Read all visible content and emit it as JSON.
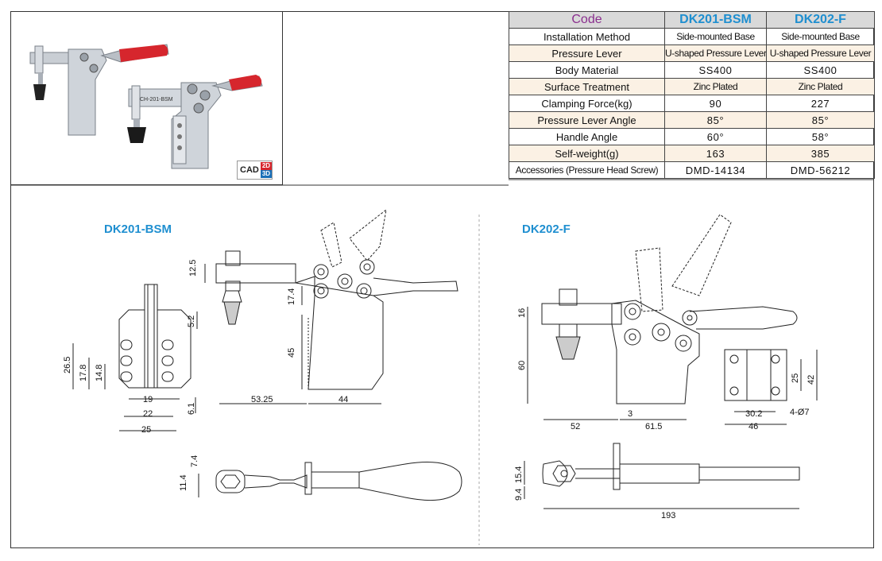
{
  "table": {
    "header": {
      "label": "Code",
      "m1": "DK201-BSM",
      "m2": "DK202-F"
    },
    "rows": [
      {
        "label": "Installation Method",
        "m1": "Side-mounted Base",
        "m2": "Side-mounted Base"
      },
      {
        "label": "Pressure Lever",
        "m1": "U-shaped Pressure Lever",
        "m2": "U-shaped Pressure Lever"
      },
      {
        "label": "Body Material",
        "m1": "SS400",
        "m2": "SS400"
      },
      {
        "label": "Surface Treatment",
        "m1": "Zinc Plated",
        "m2": "Zinc Plated"
      },
      {
        "label": "Clamping Force(kg)",
        "m1": "90",
        "m2": "227"
      },
      {
        "label": "Pressure Lever Angle",
        "m1": "85°",
        "m2": "85°"
      },
      {
        "label": "Handle Angle",
        "m1": "60°",
        "m2": "58°"
      },
      {
        "label": "Self-weight(g)",
        "m1": "163",
        "m2": "385"
      },
      {
        "label": "Accessories (Pressure Head Screw)",
        "m1": "DMD-14134",
        "m2": "DMD-56212"
      }
    ]
  },
  "cad_badge": {
    "word": "CAD",
    "d2": "2D",
    "d3": "3D"
  },
  "photo": {
    "part_marking": "CH-201-BSM"
  },
  "drawing1": {
    "title": "DK201-BSM",
    "dims": {
      "d125": "12.5",
      "d174": "17.4",
      "d45": "45",
      "d52": "5.2",
      "d265": "26.5",
      "d178": "17.8",
      "d148": "14.8",
      "d19": "19",
      "d22": "22",
      "d25": "25",
      "d61": "6.1",
      "d5325": "53.25",
      "d44": "44",
      "d74": "7.4",
      "d114": "11.4"
    }
  },
  "drawing2": {
    "title": "DK202-F",
    "dims": {
      "d16": "16",
      "d60": "60",
      "d52": "52",
      "d3": "3",
      "d615": "61.5",
      "d25": "25",
      "d42": "42",
      "d302": "30.2",
      "d46": "46",
      "hole": "4-Ø7",
      "d154": "15.4",
      "d94": "9.4",
      "d193": "193"
    }
  },
  "colors": {
    "accent_blue": "#1f8fd0",
    "code_purple": "#8b2f8f",
    "handle_red": "#d6262d",
    "row_tint": "#fbf1e4",
    "header_gray": "#d9d9d9"
  }
}
